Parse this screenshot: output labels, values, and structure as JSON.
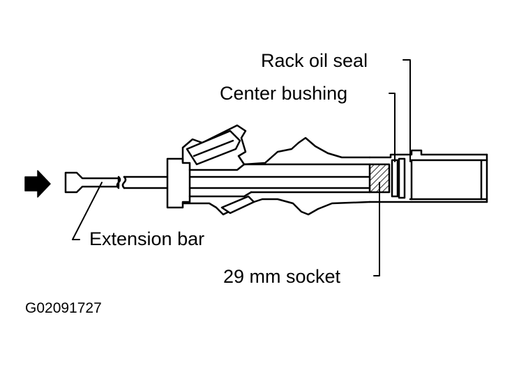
{
  "labels": {
    "rack_oil_seal": "Rack oil seal",
    "center_bushing": "Center bushing",
    "extension_bar": "Extension bar",
    "socket": "29 mm socket"
  },
  "figure_code": "G02091727",
  "colors": {
    "ink": "#000000",
    "paper": "#ffffff"
  },
  "icons": {
    "push_direction": "right-arrow-icon"
  }
}
